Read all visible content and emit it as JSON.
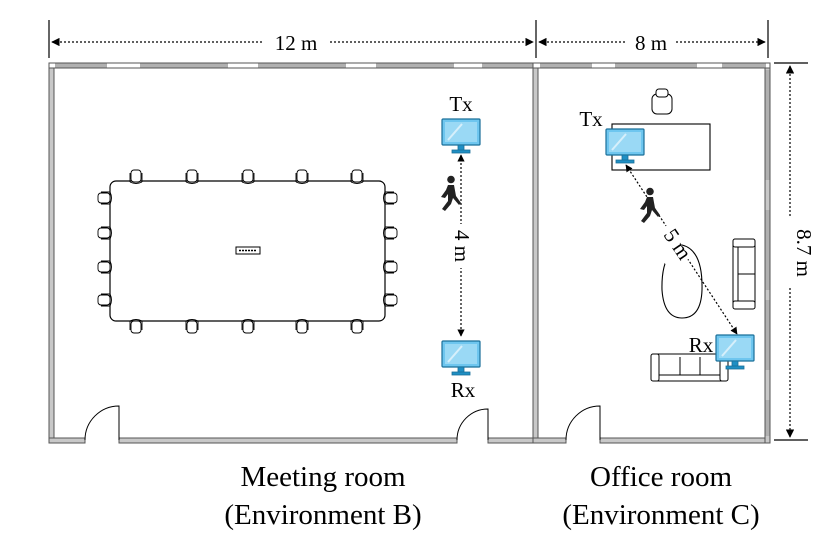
{
  "dimensions": {
    "meeting_width": "12 m",
    "office_width": "8 m",
    "height": "8.7 m"
  },
  "meeting_room": {
    "tx_label": "Tx",
    "rx_label": "Rx",
    "link_distance": "4 m",
    "caption_line1": "Meeting room",
    "caption_line2": "(Environment B)"
  },
  "office_room": {
    "tx_label": "Tx",
    "rx_label": "Rx",
    "link_distance": "5 m",
    "caption_line1": "Office room",
    "caption_line2": "(Environment C)"
  },
  "colors": {
    "monitor": "#6ec6ef",
    "monitor_dark": "#1f8fc4",
    "wall": "#c8c8c8",
    "window": "#b0b0b0",
    "person": "#222222"
  },
  "icons": [
    "monitor-icon",
    "person-walking-icon",
    "chair-icon",
    "sofa-icon",
    "door-icon"
  ]
}
